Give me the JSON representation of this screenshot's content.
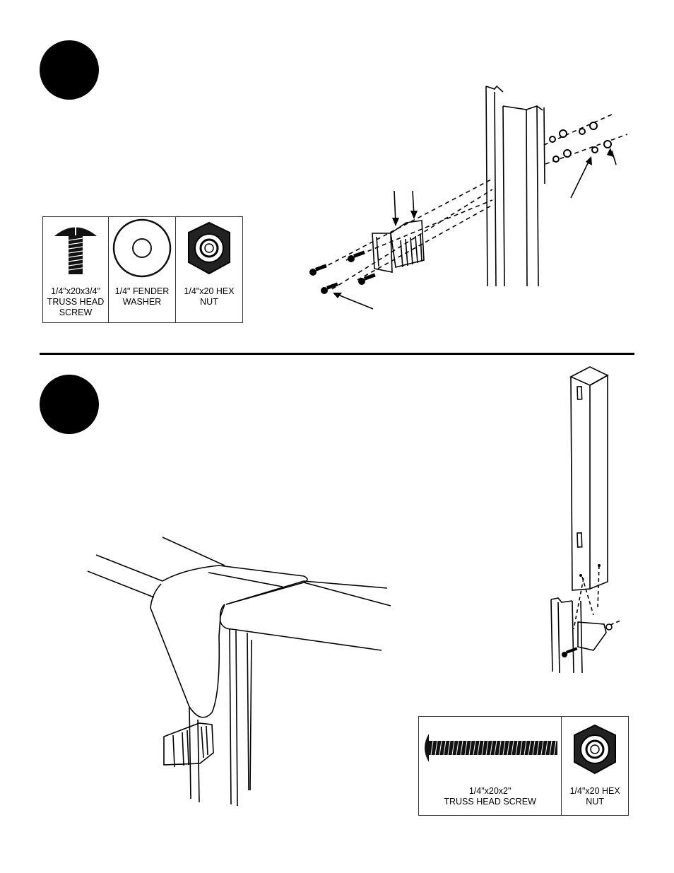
{
  "step1": {
    "hardware": [
      {
        "icon": "truss-head-screw-icon",
        "label": "1/4\"x20x3/4\"\nTRUSS HEAD\nSCREW"
      },
      {
        "icon": "fender-washer-icon",
        "label": "1/4\" FENDER\nWASHER"
      },
      {
        "icon": "hex-nut-icon",
        "label": "1/4\"x20 HEX\nNUT"
      }
    ]
  },
  "step2": {
    "hardware": [
      {
        "icon": "long-truss-head-screw-icon",
        "label": "1/4\"x20x2\"\nTRUSS HEAD SCREW"
      },
      {
        "icon": "hex-nut-icon",
        "label": "1/4\"x20 HEX\nNUT"
      }
    ]
  }
}
